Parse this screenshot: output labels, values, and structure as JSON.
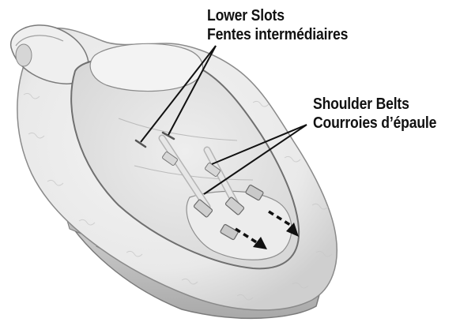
{
  "callouts": {
    "lower_slots": {
      "en": "Lower Slots",
      "fr": "Fentes intermédiaires"
    },
    "shoulder_belts": {
      "en": "Shoulder Belts",
      "fr": "Courroies d’épaule"
    }
  },
  "illustration": {
    "subject": "infant-seat-pad",
    "arrow_count": 2
  }
}
